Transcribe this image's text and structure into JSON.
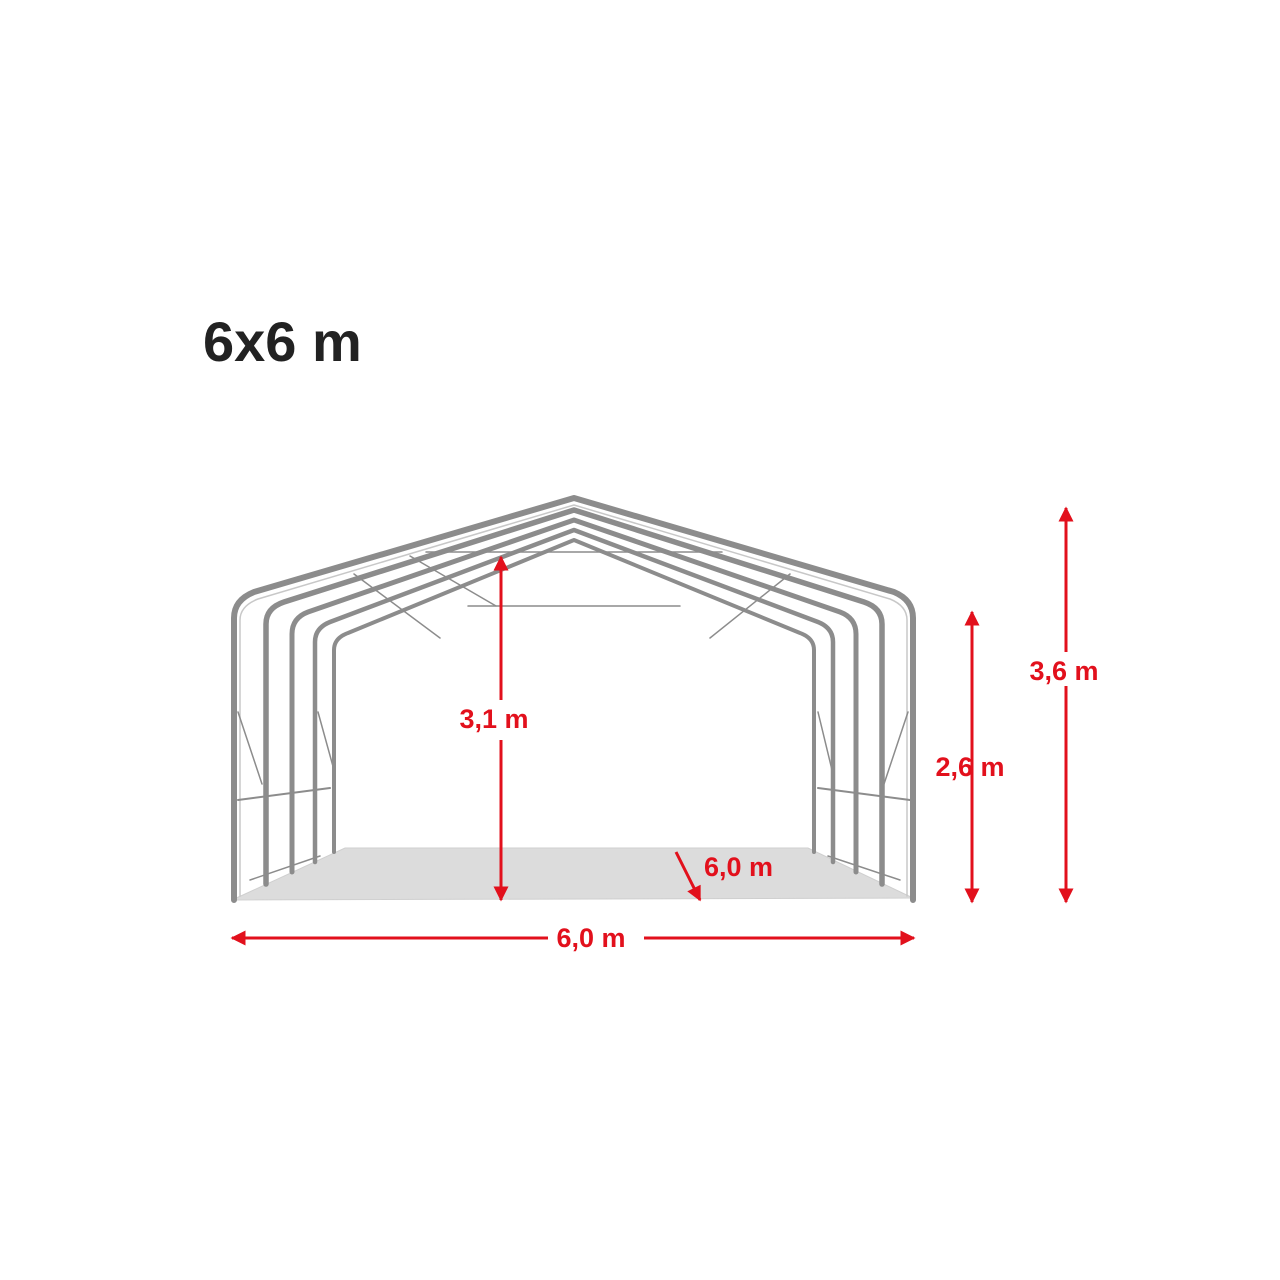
{
  "title": "6x6 m",
  "colors": {
    "dimension": "#e2101c",
    "frame": "#8c8c8c",
    "floor": "#dcdcdc",
    "title": "#222222"
  },
  "dimensions": {
    "width": "6,0 m",
    "depth": "6,0 m",
    "ridge_inner_height": "3,1 m",
    "side_height": "2,6 m",
    "total_height": "3,6 m"
  }
}
